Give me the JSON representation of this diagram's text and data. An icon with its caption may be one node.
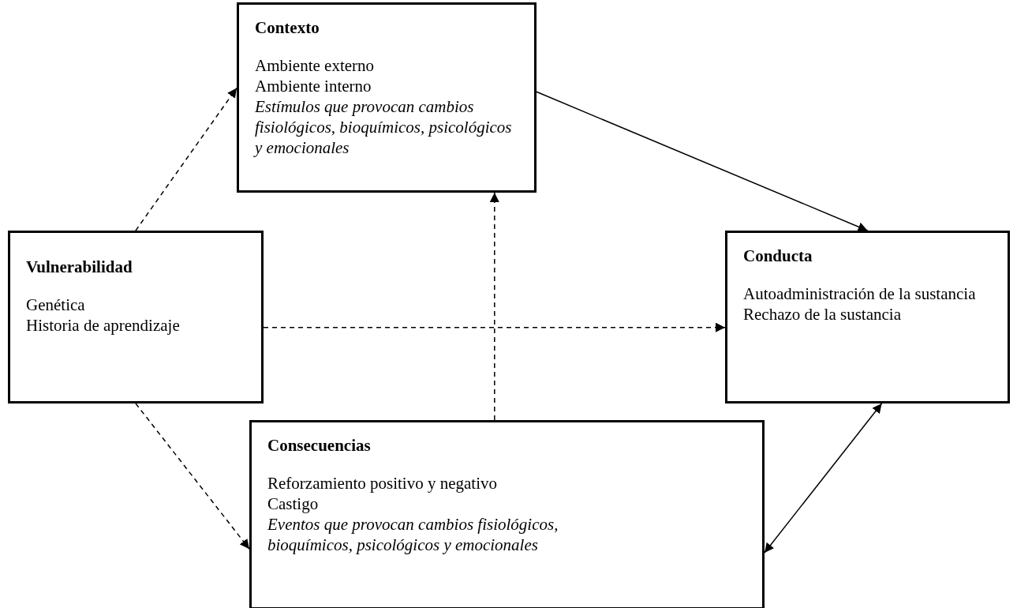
{
  "diagram": {
    "nodes": [
      {
        "text": [
          "Contexto",
          "Ambiente externo",
          "Ambiente interno",
          "Estímulos que provocan cambios fisiológicos, bioquímicos, psicológicos y emocionales"
        ]
      },
      {
        "text": [
          "Vulnerabilidad",
          "Genética",
          "Historia de aprendizaje"
        ]
      },
      {
        "text": [
          "Conducta",
          "Autoadministración de la sustancia",
          "Rechazo de la sustancia"
        ]
      },
      {
        "text": [
          "Consecuencias",
          "Reforzamiento positivo y negativo",
          "Castigo",
          "Eventos que provocan cambios fisiológicos, bioquímicos, psicológicos y emocionales"
        ]
      }
    ],
    "edges": [
      {
        "from": 1,
        "to": 0,
        "arrow": "to",
        "style": "dashed"
      },
      {
        "from": 1,
        "to": 2,
        "arrow": "to",
        "style": "dashed"
      },
      {
        "from": 1,
        "to": 3,
        "arrow": "to",
        "style": "dashed"
      },
      {
        "from": 3,
        "to": 0,
        "arrow": "to",
        "style": "dashed"
      },
      {
        "from": 0,
        "to": 2,
        "arrow": "to"
      },
      {
        "from": 3,
        "to": 2,
        "arrow": "both"
      }
    ]
  }
}
